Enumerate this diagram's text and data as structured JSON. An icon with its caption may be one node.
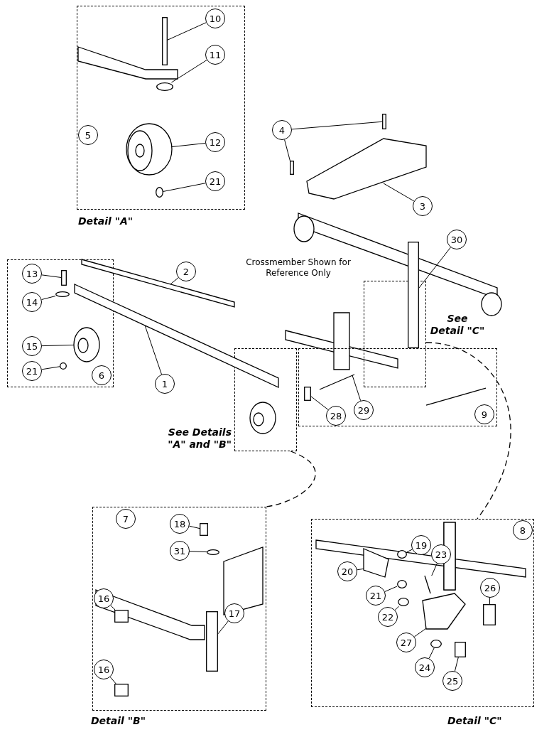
{
  "diagram": {
    "nodes": [
      {
        "text": [
          "Detail \"A\""
        ]
      },
      {
        "text": [
          "5"
        ],
        "in": 0
      },
      {
        "text": [
          "10"
        ],
        "in": 0
      },
      {
        "text": [
          "11"
        ],
        "in": 0
      },
      {
        "text": [
          "12"
        ],
        "in": 0
      },
      {
        "text": [
          "21"
        ],
        "in": 0
      },
      {
        "text": [
          "4"
        ]
      },
      {
        "text": [
          "3"
        ]
      },
      {
        "text": [
          "30"
        ]
      },
      {
        "text": [
          "See Detail \"C\""
        ]
      },
      {
        "text": [],
        "shape": "box"
      },
      {
        "text": [
          "6"
        ],
        "in": 10
      },
      {
        "text": [
          "13"
        ],
        "in": 10
      },
      {
        "text": [
          "14"
        ],
        "in": 10
      },
      {
        "text": [
          "15"
        ],
        "in": 10
      },
      {
        "text": [
          "21"
        ],
        "in": 10
      },
      {
        "text": [
          "2"
        ]
      },
      {
        "text": [
          "1"
        ]
      },
      {
        "text": [
          "See Details \"A\" and \"B\""
        ]
      },
      {
        "text": [],
        "shape": "box"
      },
      {
        "text": [
          "9"
        ],
        "in": 19
      },
      {
        "text": [
          "28"
        ],
        "in": 19
      },
      {
        "text": [
          "29"
        ],
        "in": 19
      },
      {
        "text": [
          "Detail \"B\""
        ]
      },
      {
        "text": [
          "7"
        ],
        "in": 23
      },
      {
        "text": [
          "18"
        ],
        "in": 23
      },
      {
        "text": [
          "31"
        ],
        "in": 23
      },
      {
        "text": [
          "16"
        ],
        "in": 23
      },
      {
        "text": [
          "17"
        ],
        "in": 23
      },
      {
        "text": [
          "16"
        ],
        "in": 23
      },
      {
        "text": [
          "Detail \"C\""
        ]
      },
      {
        "text": [
          "8"
        ],
        "in": 30
      },
      {
        "text": [
          "19"
        ],
        "in": 30
      },
      {
        "text": [
          "23"
        ],
        "in": 30
      },
      {
        "text": [
          "20"
        ],
        "in": 30
      },
      {
        "text": [
          "26"
        ],
        "in": 30
      },
      {
        "text": [
          "21"
        ],
        "in": 30
      },
      {
        "text": [
          "22"
        ],
        "in": 30
      },
      {
        "text": [
          "27"
        ],
        "in": 30
      },
      {
        "text": [
          "24"
        ],
        "in": 30
      },
      {
        "text": [
          "25"
        ],
        "in": 30
      },
      {
        "text": [],
        "shape": "bar",
        "in": 0
      },
      {
        "text": [],
        "shape": "circle",
        "in": 0
      },
      {
        "text": [],
        "shape": "picture",
        "in": 0
      },
      {
        "text": [],
        "shape": "circle",
        "in": 0
      },
      {
        "text": [],
        "shape": "bar"
      },
      {
        "text": [],
        "shape": "bar"
      },
      {
        "text": [],
        "shape": "picture"
      },
      {
        "text": [],
        "shape": "bar"
      },
      {
        "text": [],
        "shape": "bar",
        "in": 10
      },
      {
        "text": [],
        "shape": "circle",
        "in": 10
      },
      {
        "text": [],
        "shape": "picture",
        "in": 10
      },
      {
        "text": [],
        "shape": "circle",
        "in": 10
      },
      {
        "text": [],
        "shape": "picture"
      },
      {
        "text": [],
        "shape": "picture"
      },
      {
        "text": [],
        "shape": "bar",
        "in": 19
      },
      {
        "text": [],
        "shape": "picture",
        "in": 19
      },
      {
        "text": [],
        "shape": "bar",
        "in": 23
      },
      {
        "text": [],
        "shape": "circle",
        "in": 23
      },
      {
        "text": [],
        "shape": "bar",
        "in": 23
      },
      {
        "text": [],
        "shape": "bar",
        "in": 23
      },
      {
        "text": [],
        "shape": "bar",
        "in": 23
      },
      {
        "text": [],
        "shape": "circle",
        "in": 30
      },
      {
        "text": [],
        "shape": "picture",
        "in": 30
      },
      {
        "text": [],
        "shape": "picture",
        "in": 30
      },
      {
        "text": [],
        "shape": "bar",
        "in": 30
      },
      {
        "text": [],
        "shape": "circle",
        "in": 30
      },
      {
        "text": [],
        "shape": "circle",
        "in": 30
      },
      {
        "text": [],
        "shape": "picture",
        "in": 30
      },
      {
        "text": [],
        "shape": "circle",
        "in": 30
      },
      {
        "text": [],
        "shape": "bar",
        "in": 30
      }
    ],
    "edges": [
      {
        "from": 2,
        "to": 41,
        "arrow": "none"
      },
      {
        "from": 3,
        "to": 42,
        "arrow": "none"
      },
      {
        "from": 4,
        "to": 43,
        "arrow": "none"
      },
      {
        "from": 5,
        "to": 44,
        "arrow": "none"
      },
      {
        "from": 6,
        "to": 45,
        "arrow": "none"
      },
      {
        "from": 6,
        "to": 46,
        "arrow": "none"
      },
      {
        "from": 7,
        "to": 47,
        "arrow": "none"
      },
      {
        "from": 8,
        "to": 48,
        "arrow": "none"
      },
      {
        "from": 12,
        "to": 49,
        "arrow": "none"
      },
      {
        "from": 13,
        "to": 50,
        "arrow": "none"
      },
      {
        "from": 14,
        "to": 51,
        "arrow": "none"
      },
      {
        "from": 15,
        "to": 52,
        "arrow": "none"
      },
      {
        "from": 16,
        "to": 53,
        "arrow": "none"
      },
      {
        "from": 17,
        "to": 54,
        "arrow": "none"
      },
      {
        "from": 21,
        "to": 55,
        "arrow": "none"
      },
      {
        "from": 22,
        "to": 56,
        "arrow": "none"
      },
      {
        "from": 25,
        "to": 57,
        "arrow": "none"
      },
      {
        "from": 26,
        "to": 58,
        "arrow": "none"
      },
      {
        "from": 27,
        "to": 59,
        "arrow": "none"
      },
      {
        "from": 28,
        "to": 60,
        "arrow": "none"
      },
      {
        "from": 29,
        "to": 61,
        "arrow": "none"
      },
      {
        "from": 32,
        "to": 62,
        "arrow": "none"
      },
      {
        "from": 33,
        "to": 63,
        "arrow": "none"
      },
      {
        "from": 34,
        "to": 64,
        "arrow": "none"
      },
      {
        "from": 35,
        "to": 65,
        "arrow": "none"
      },
      {
        "from": 36,
        "to": 66,
        "arrow": "none"
      },
      {
        "from": 37,
        "to": 67,
        "arrow": "none"
      },
      {
        "from": 38,
        "to": 68,
        "arrow": "none"
      },
      {
        "from": 39,
        "to": 69,
        "arrow": "none"
      },
      {
        "from": 40,
        "to": 70,
        "arrow": "none"
      },
      {
        "from": 18,
        "to": 23,
        "arrow": "none",
        "style": "dashed"
      },
      {
        "from": 9,
        "to": 30,
        "arrow": "none",
        "style": "dashed"
      }
    ],
    "labels": [
      "Crossmember Shown for Reference Only"
    ]
  }
}
